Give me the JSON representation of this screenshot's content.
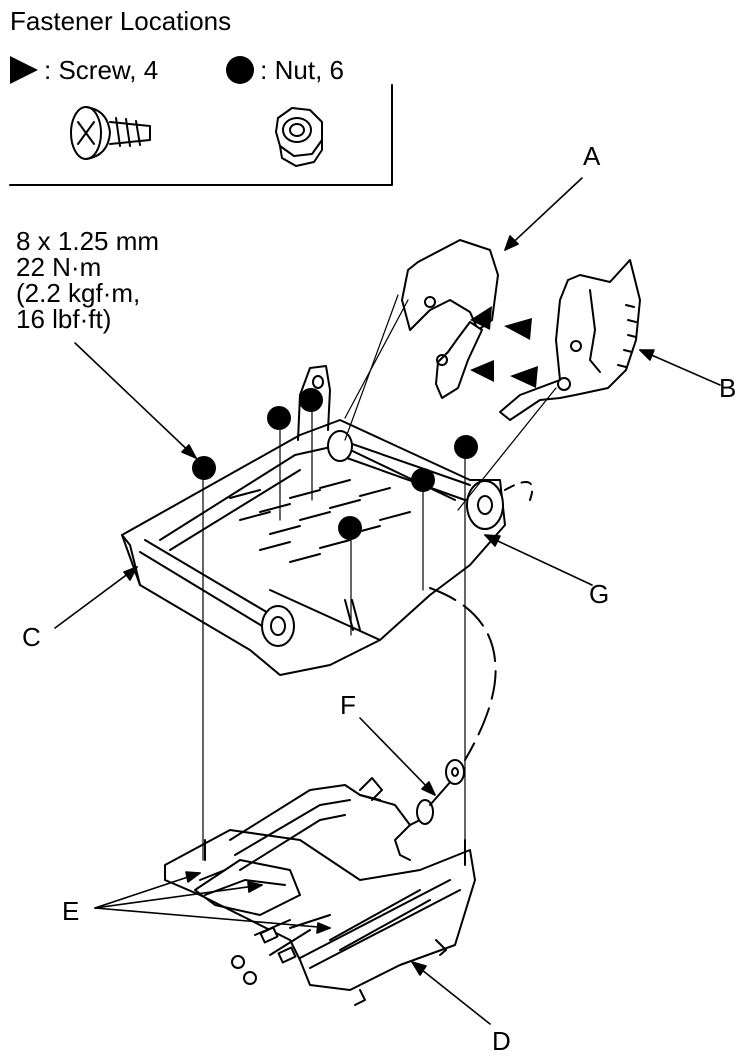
{
  "legend": {
    "title": "Fastener Locations",
    "screw_label": ": Screw, 4",
    "nut_label": ": Nut, 6",
    "screw_icon": "triangle-marker",
    "nut_icon": "filled-circle-marker"
  },
  "torque_spec": {
    "line1": "8 x 1.25 mm",
    "line2": "22 N·m",
    "line3": "(2.2 kgf·m,",
    "line4": "16 lbf·ft)"
  },
  "callouts": {
    "a": "A",
    "b": "B",
    "c": "C",
    "d": "D",
    "e": "E",
    "f": "F",
    "g": "G"
  },
  "colors": {
    "ink": "#000000",
    "paper": "#ffffff"
  }
}
